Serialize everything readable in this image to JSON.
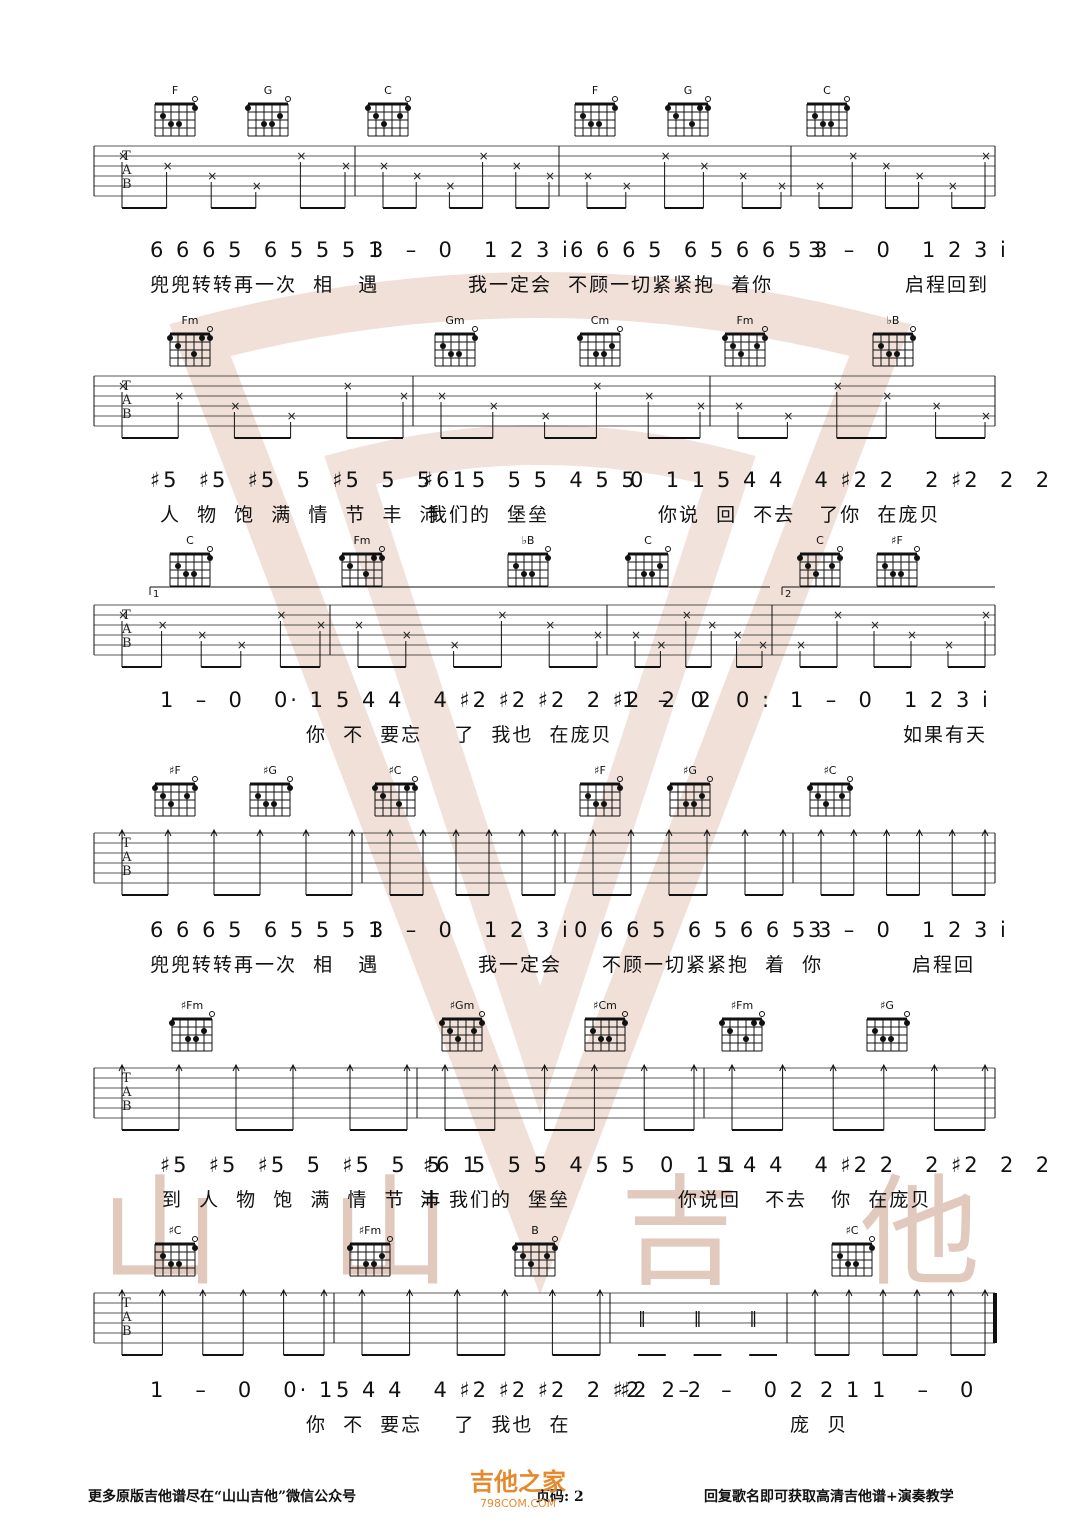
{
  "footer": {
    "left": "更多原版吉他谱尽在“山山吉他”微信公众号",
    "page_label": "页码: 2",
    "right": "回复歌名即可获取高清吉他谱+演奏教学"
  },
  "watermark": {
    "text": [
      "山",
      "山",
      "吉",
      "他"
    ]
  },
  "site_logo": {
    "title": "吉他之家",
    "url": "798COM.COM"
  },
  "systems": [
    {
      "chords": [
        "F",
        "G",
        "C",
        "F",
        "G",
        "C"
      ],
      "numbers": [
        "6 6 6 5  6 5 5 5 1",
        "3  –  0   1 2 3 i",
        "6 6 6 5  6 5 6 6 5 3",
        "3  –  0   1 2 3 i"
      ],
      "lyrics": [
        "兜兜转转再一次  相   遇",
        "我一定会  不顾一切紧紧抱  着你",
        "启程回到"
      ]
    },
    {
      "chords": [
        "Fm",
        "Gm",
        "Cm",
        "Fm",
        "♭B"
      ],
      "numbers": [
        "♯5  ♯5  ♯5  5  ♯5  5  5  1",
        "♯6  5  5 5  4 5 5",
        "0  1 1",
        "5 4 4   4 ♯2 2   2 ♯2  2  2"
      ],
      "lyrics": [
        "人  物  饱  满  情  节  丰  沛",
        "我们的  堡垒",
        "你说  回  不去   了你  在庞贝"
      ]
    },
    {
      "chords": [
        "C",
        "Fm",
        "♭B",
        "C",
        "C",
        "♯F"
      ],
      "volta": [
        "1",
        "2"
      ],
      "numbers": [
        "1  –  0   0· 1",
        "5 4 4   4 ♯2 ♯2 ♯2  2 ♯2  2  2",
        "1  –  0   0 :",
        "1  –  0   1 2 3 i"
      ],
      "lyrics": [
        "你  不  要忘    了  我也  在庞贝",
        "如果有天"
      ]
    },
    {
      "chords": [
        "♯F",
        "♯G",
        "♯C",
        "♯F",
        "♯G",
        "♯C"
      ],
      "numbers": [
        "6 6 6 5  6 5 5 5 1",
        "3  –  0   1 2 3 i",
        "0 6 6 5  6 5 6 6 5 3",
        "3  –  0   1 2 3 i"
      ],
      "lyrics": [
        "兜兜转转再一次  相   遇",
        "我一定会",
        "不顾一切紧紧抱  着  你",
        "启程回"
      ]
    },
    {
      "chords": [
        "♯Fm",
        "♯Gm",
        "♯Cm",
        "♯Fm",
        "♯G"
      ],
      "numbers": [
        "♯5  ♯5  ♯5  5  ♯5  5  5  1",
        "♯6  5  5 5  4 5 5",
        "0  1 1",
        "5 4 4   4 ♯2 2   2 ♯2  2  2"
      ],
      "lyrics": [
        "到  人  物  饱  满  情  节  丰",
        "沛 我们的  堡垒",
        "你说回   不去   你  在庞贝"
      ]
    },
    {
      "chords": [
        "♯C",
        "♯Fm",
        "B",
        "♯C"
      ],
      "numbers": [
        "1   –   0   0· 1",
        "5 4 4   4 ♯2 ♯2 ♯2  2 ♯2  2 2",
        "♯2   –   –   0 2",
        "2 1 1   –   0"
      ],
      "lyrics": [
        "你  不  要忘    了  我也  在",
        "庞  贝"
      ]
    }
  ]
}
